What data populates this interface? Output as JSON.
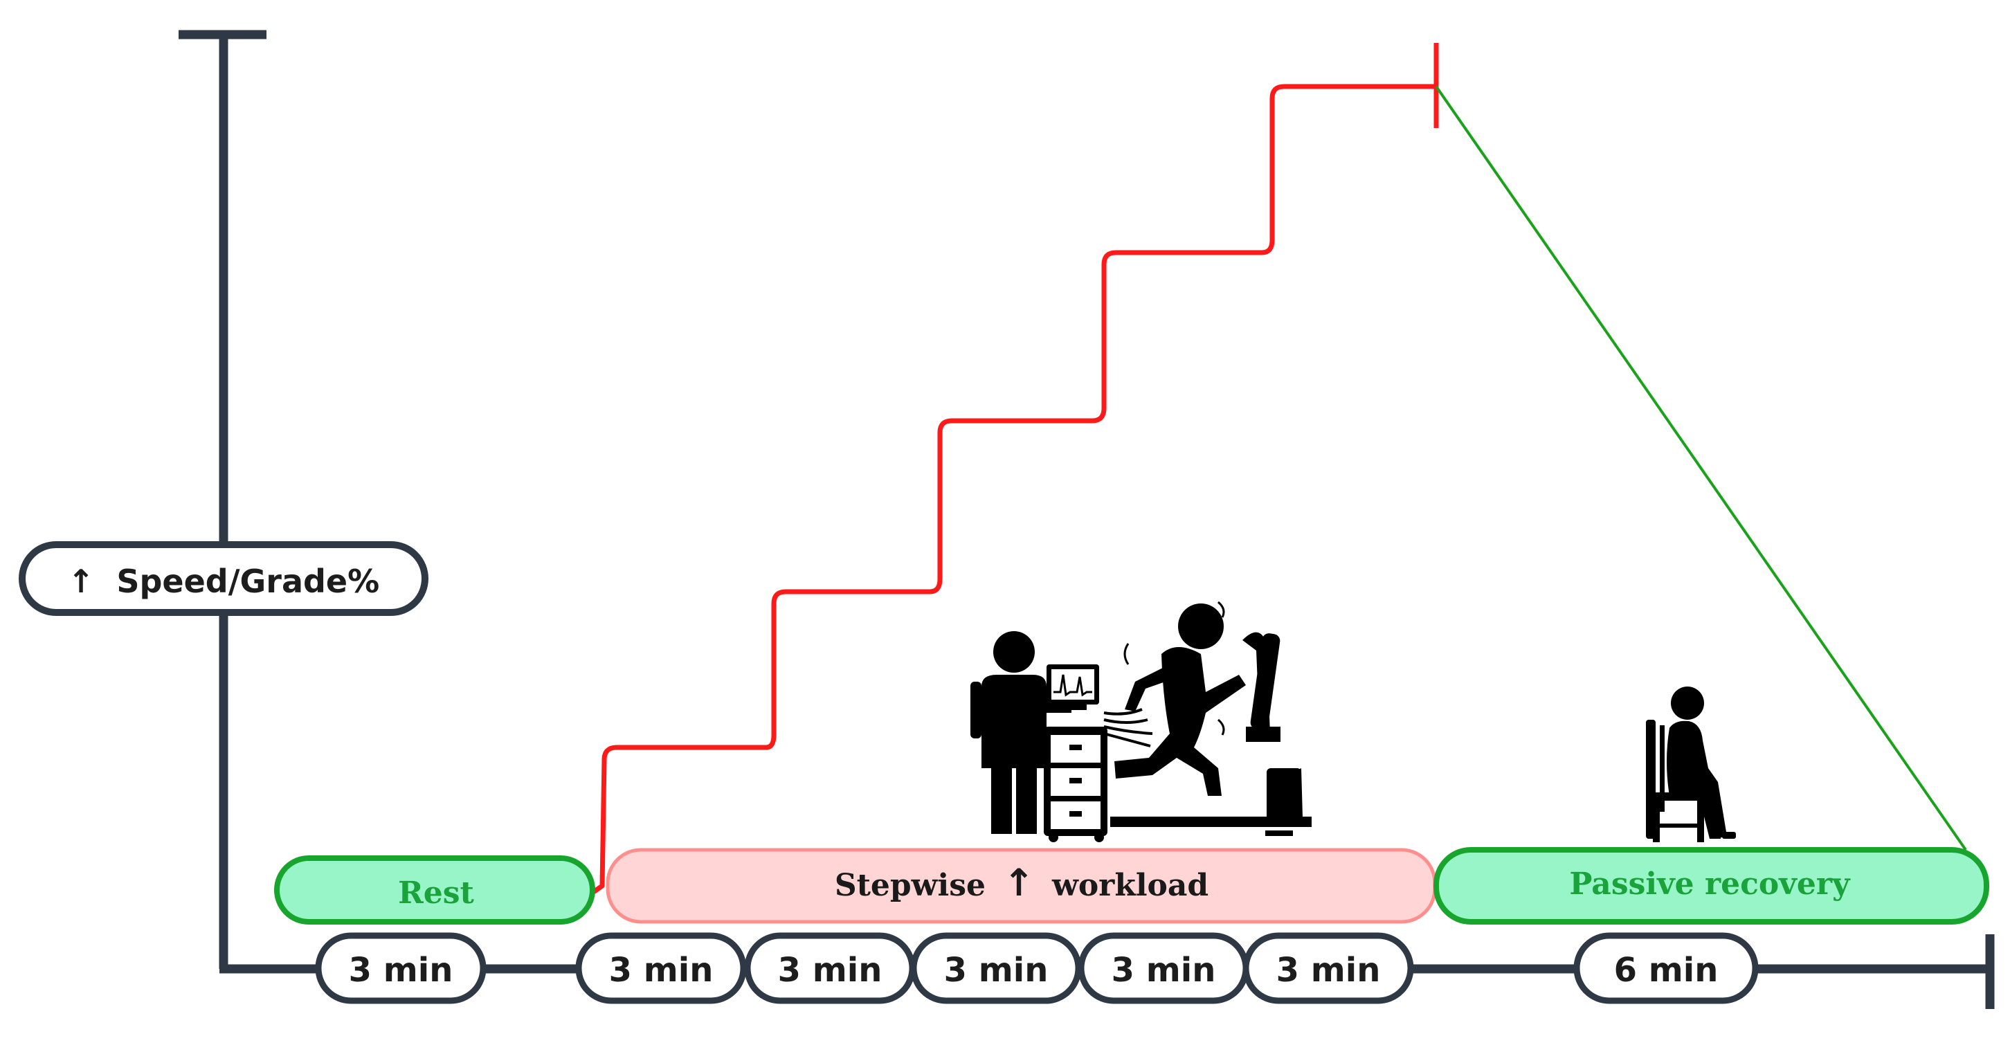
{
  "y_axis_label": {
    "arrow": "↑",
    "text": "Speed/Grade%"
  },
  "phases": {
    "rest": {
      "label": "Rest"
    },
    "stepwise": {
      "label_before": "Stepwise",
      "arrow": "↑",
      "label_after": "workload"
    },
    "recovery": {
      "label": "Passive recovery"
    }
  },
  "durations": [
    "3 min",
    "3 min",
    "3 min",
    "3 min",
    "3 min",
    "3 min",
    "6 min"
  ],
  "icons": {
    "testing": "treadmill-test-icon",
    "recovery": "seated-person-icon"
  },
  "colors": {
    "axis": "#2f3945",
    "workload_line": "#ff1a1a",
    "recovery_line": "#1aa31a",
    "rest_fill": "#98f5c8",
    "rest_stroke": "#18a52e",
    "rest_text": "#1aa33a",
    "stepwise_fill": "#ffd5d5",
    "stepwise_stroke": "#ff8f8f",
    "stepwise_text": "#1a1a1a",
    "icon": "#000000"
  }
}
